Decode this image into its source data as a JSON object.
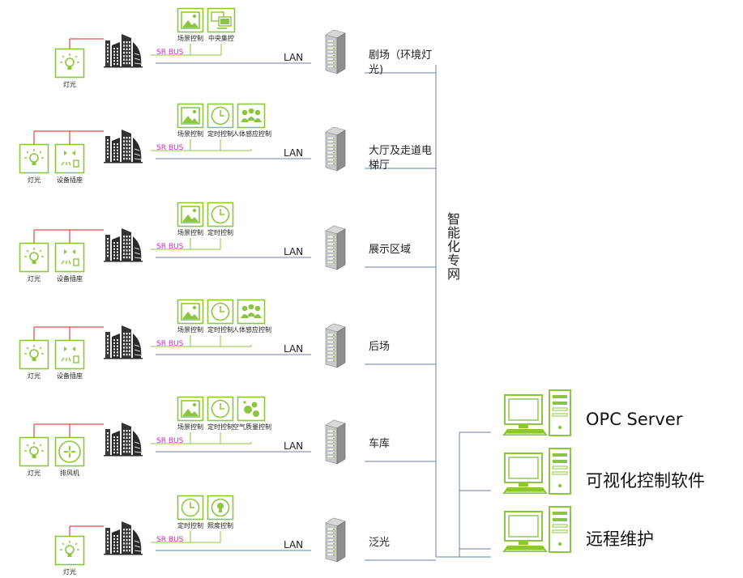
{
  "colors": {
    "green": "#8cc63f",
    "line_red": "#e02020",
    "line_blue": "#6a7fb0",
    "line_green": "#8cc63f",
    "srbus": "#e020c8"
  },
  "labels": {
    "lan": "LAN",
    "srbus": "SR BUS",
    "backbone": "智能化专网"
  },
  "rows": [
    {
      "zone": "剧场（环境灯光)",
      "devices": [
        {
          "label": "灯光",
          "icon": "bulb-icon"
        }
      ],
      "controls": [
        {
          "label": "场景控制",
          "icon": "scene-icon"
        },
        {
          "label": "中央集控",
          "icon": "central-control-icon"
        }
      ]
    },
    {
      "zone": "大厅及走道电梯厅",
      "devices": [
        {
          "label": "灯光",
          "icon": "bulb-icon"
        },
        {
          "label": "设备插座",
          "icon": "socket-icon"
        }
      ],
      "controls": [
        {
          "label": "场景控制",
          "icon": "scene-icon"
        },
        {
          "label": "定时控制",
          "icon": "clock-icon"
        },
        {
          "label": "人体感应控制",
          "icon": "people-icon"
        }
      ]
    },
    {
      "zone": "展示区域",
      "devices": [
        {
          "label": "灯光",
          "icon": "bulb-icon"
        },
        {
          "label": "设备插座",
          "icon": "socket-icon"
        }
      ],
      "controls": [
        {
          "label": "场景控制",
          "icon": "scene-icon"
        },
        {
          "label": "定时控制",
          "icon": "clock-icon"
        }
      ]
    },
    {
      "zone": "后场",
      "devices": [
        {
          "label": "灯光",
          "icon": "bulb-icon"
        },
        {
          "label": "设备插座",
          "icon": "socket-icon"
        }
      ],
      "controls": [
        {
          "label": "场景控制",
          "icon": "scene-icon"
        },
        {
          "label": "定时控制",
          "icon": "clock-icon"
        },
        {
          "label": "人体感应控制",
          "icon": "people-icon"
        }
      ]
    },
    {
      "zone": "车库",
      "devices": [
        {
          "label": "灯光",
          "icon": "bulb-icon"
        },
        {
          "label": "排风机",
          "icon": "fan-icon"
        }
      ],
      "controls": [
        {
          "label": "场景控制",
          "icon": "scene-icon"
        },
        {
          "label": "定时控制",
          "icon": "clock-icon"
        },
        {
          "label": "空气质量控制",
          "icon": "air-quality-icon"
        }
      ]
    },
    {
      "zone": "泛光",
      "devices": [
        {
          "label": "灯光",
          "icon": "bulb-icon"
        }
      ],
      "controls": [
        {
          "label": "定时控制",
          "icon": "clock-icon"
        },
        {
          "label": "照度控制",
          "icon": "illuminance-icon"
        }
      ]
    }
  ],
  "computers": [
    {
      "label": "OPC Server"
    },
    {
      "label": "可视化控制软件"
    },
    {
      "label": "远程维护"
    }
  ]
}
